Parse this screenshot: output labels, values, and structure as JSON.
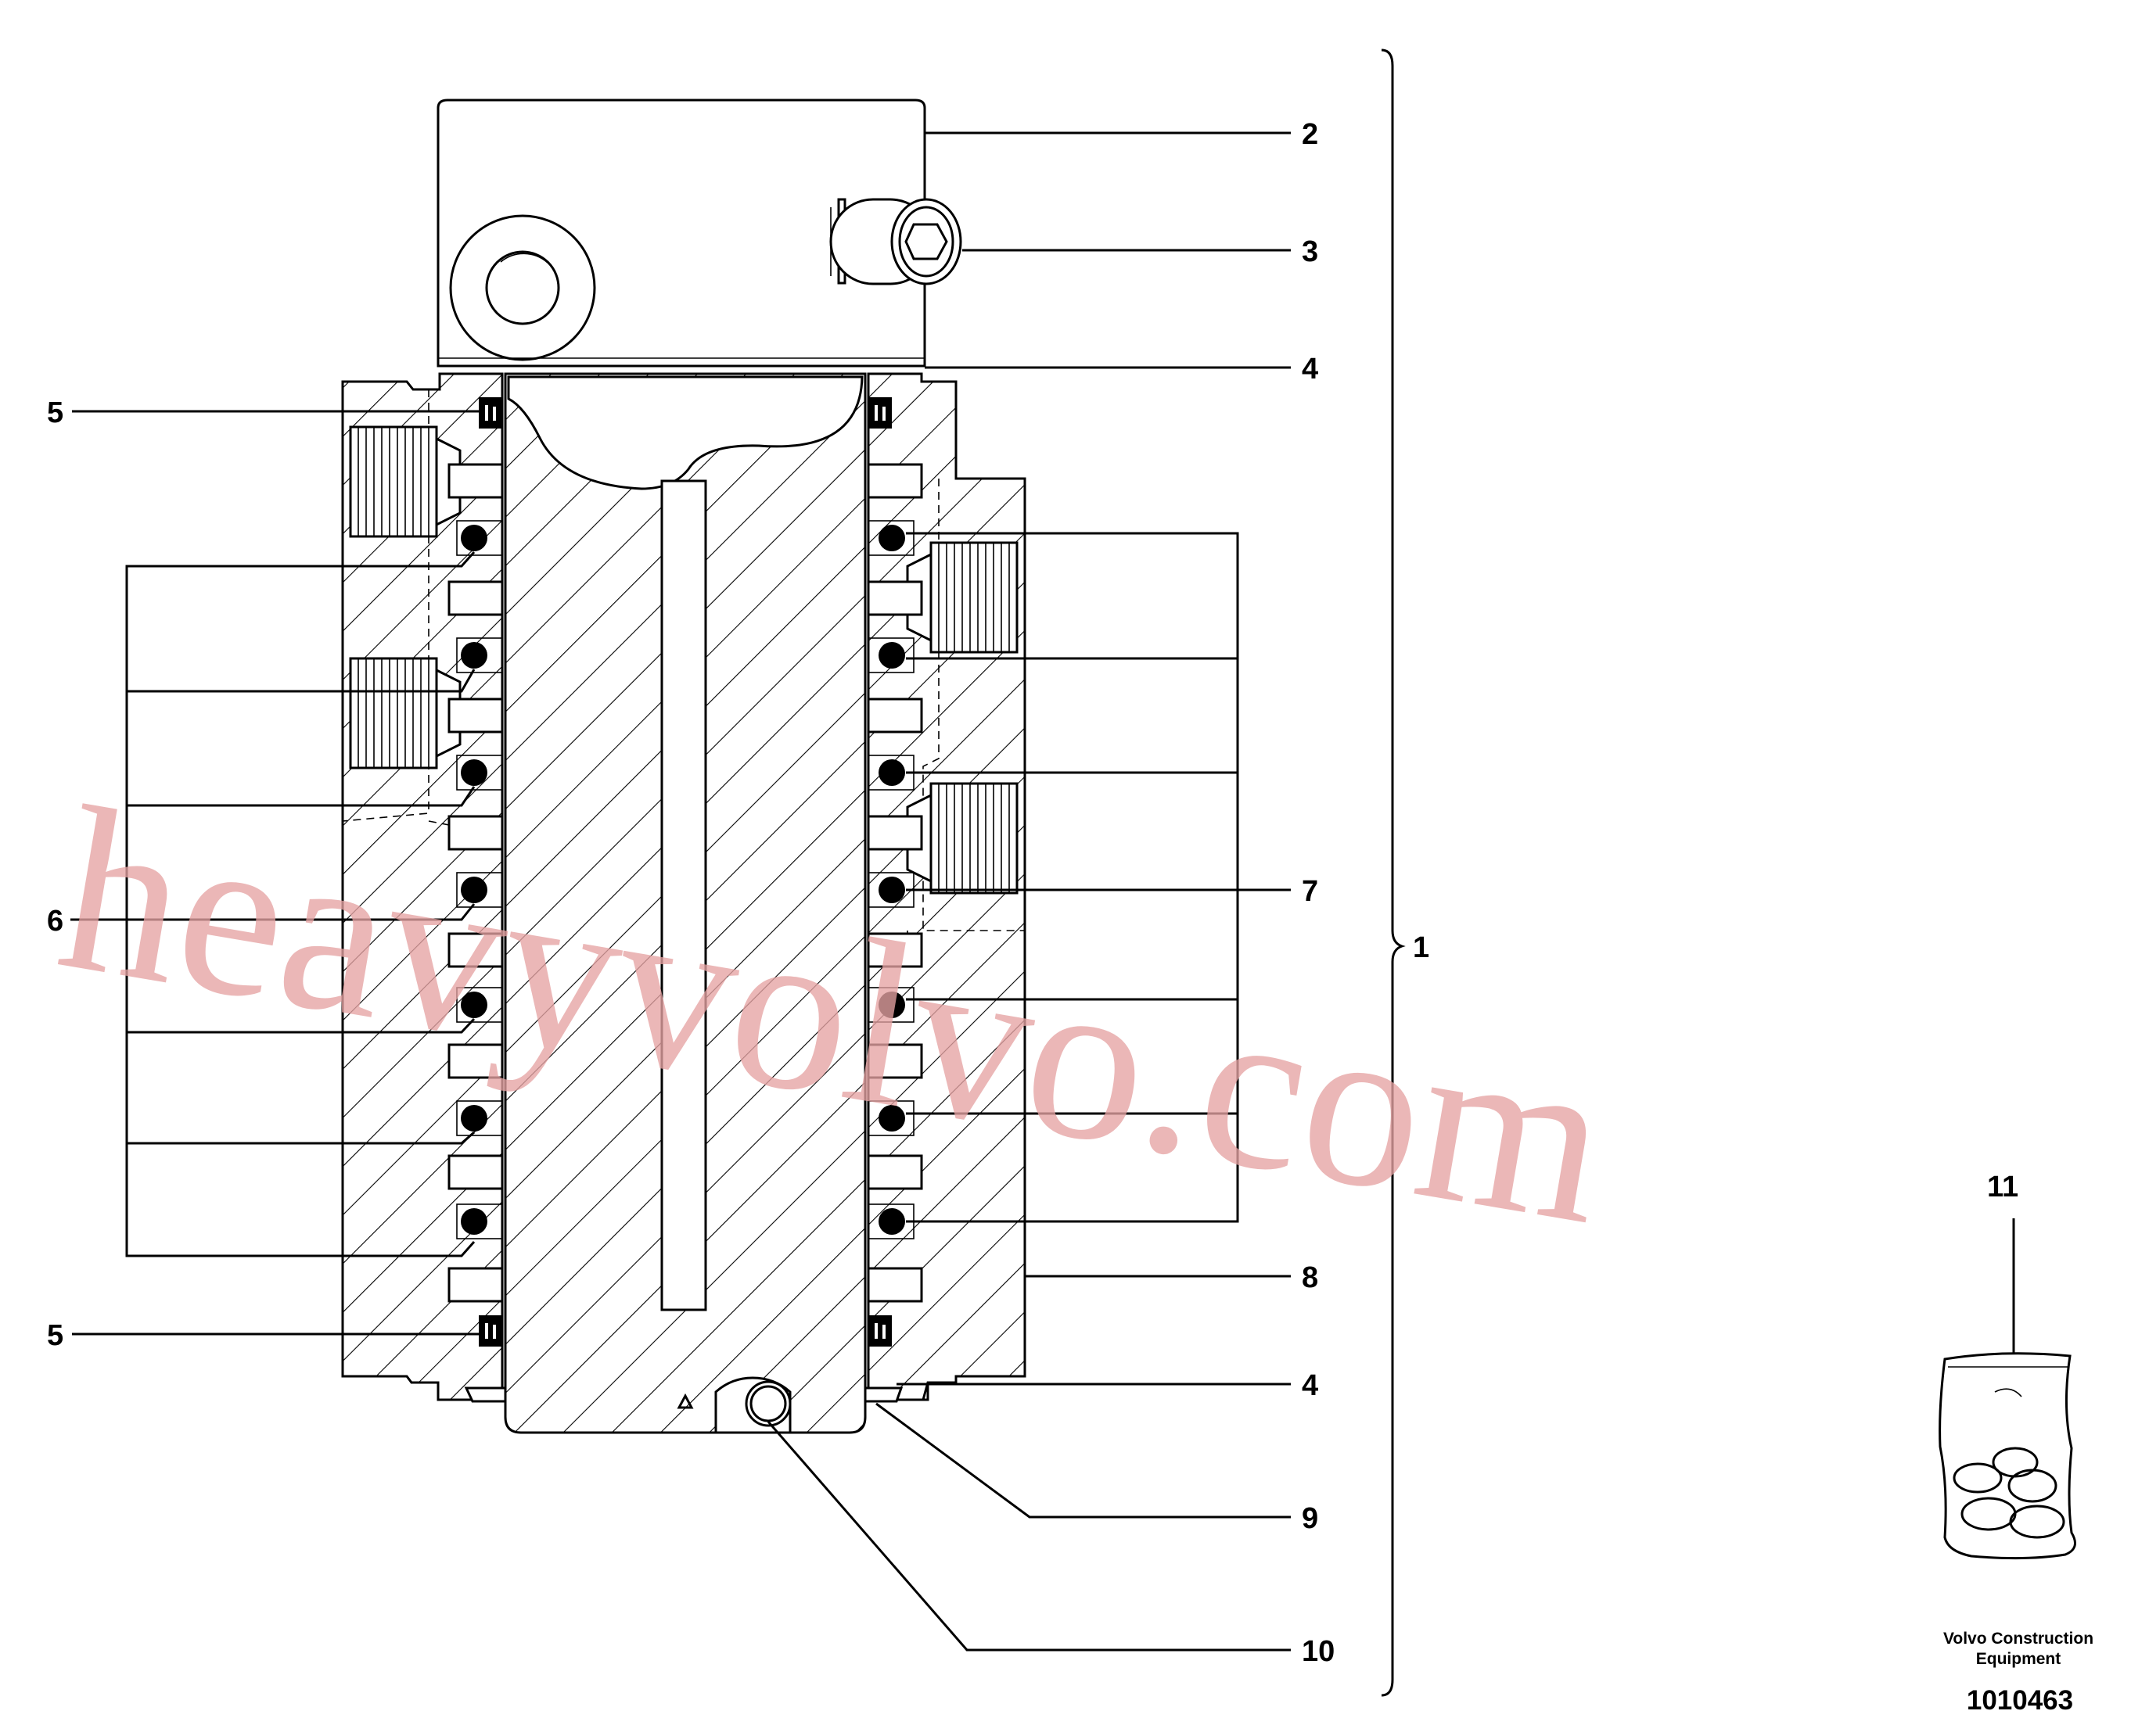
{
  "callouts": {
    "c1": "1",
    "c2": "2",
    "c3": "3",
    "c4_top": "4",
    "c4_bottom": "4",
    "c5_top": "5",
    "c5_bottom": "5",
    "c6": "6",
    "c7": "7",
    "c8": "8",
    "c9": "9",
    "c10": "10",
    "c11": "11"
  },
  "watermark": "heavyvolvo.com",
  "brand_line1": "Volvo Construction",
  "brand_line2": "Equipment",
  "document_number": "1010463"
}
